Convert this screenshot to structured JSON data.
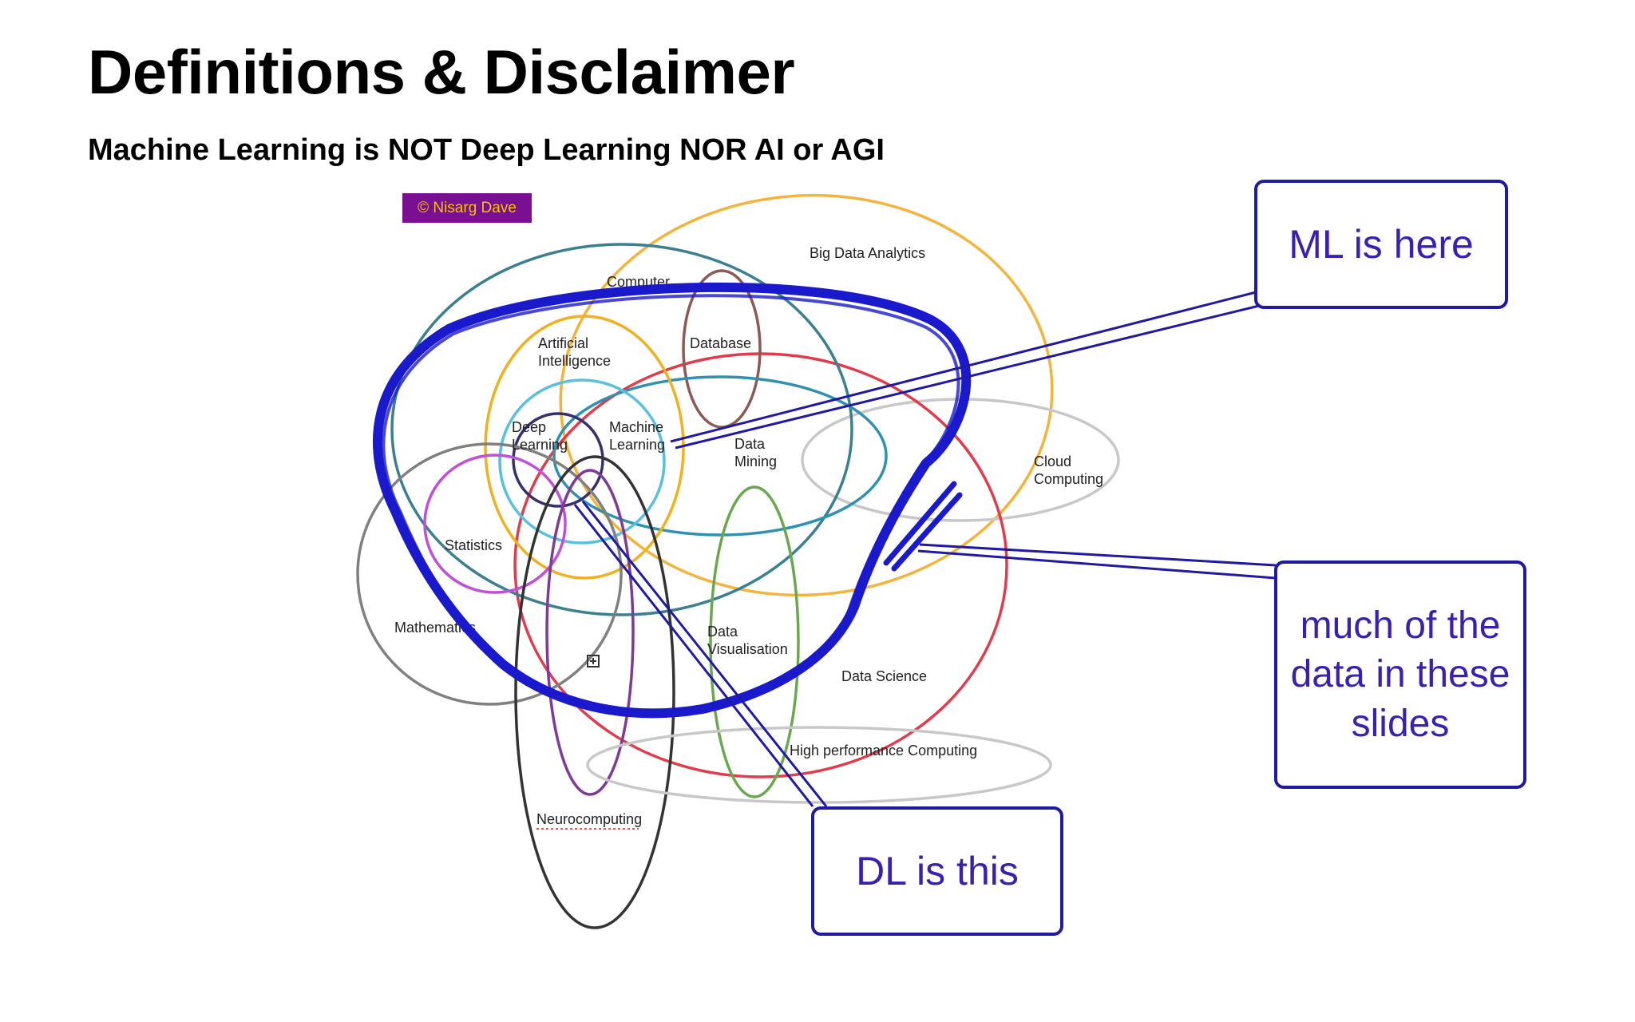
{
  "slide": {
    "title": "Definitions & Disclaimer",
    "subtitle": "Machine Learning is NOT Deep Learning NOR AI or AGI"
  },
  "diagram": {
    "copyright": "© Nisarg Dave",
    "labels": {
      "big_data": "Big Data Analytics",
      "computer": "Computer",
      "ai_line1": "Artificial",
      "ai_line2": "Intelligence",
      "database": "Database",
      "dl_line1": "Deep",
      "dl_line2": "Learning",
      "ml_line1": "Machine",
      "ml_line2": "Learning",
      "dm_line1": "Data",
      "dm_line2": "Mining",
      "cloud_line1": "Cloud",
      "cloud_line2": "Computing",
      "statistics": "Statistics",
      "mathematics": "Mathematics",
      "dv_line1": "Data",
      "dv_line2": "Visualisation",
      "data_science": "Data Science",
      "hpc": "High performance Computing",
      "neurocomputing": "Neurocomputing"
    },
    "colors": {
      "annotation_blue": "#1f1aa0",
      "callout_text": "#3b1fb0",
      "copyright_bg": "#7a0f91",
      "copyright_text": "#f3c400"
    }
  },
  "callouts": {
    "ml": "ML is here",
    "data": "much of the data in these slides",
    "dl": "DL is this"
  }
}
